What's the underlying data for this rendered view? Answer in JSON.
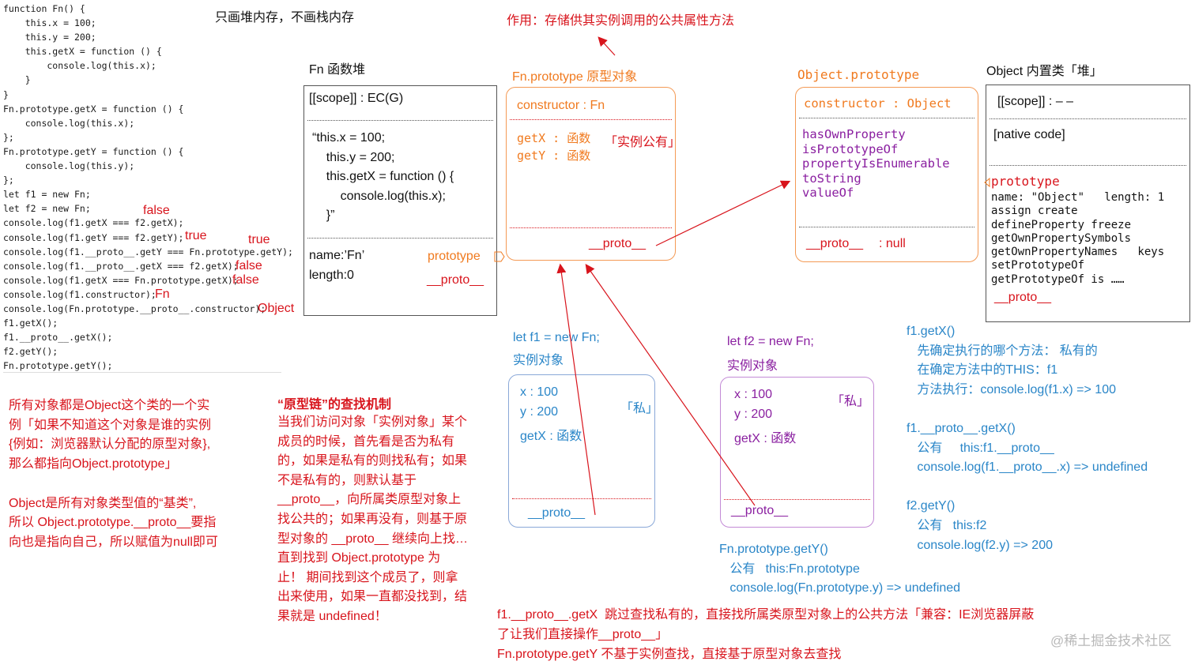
{
  "code_lines": [
    "function Fn() {",
    "    this.x = 100;",
    "    this.y = 200;",
    "    this.getX = function () {",
    "        console.log(this.x);",
    "    }",
    "}",
    "Fn.prototype.getX = function () {",
    "    console.log(this.x);",
    "};",
    "Fn.prototype.getY = function () {",
    "    console.log(this.y);",
    "};",
    "let f1 = new Fn;",
    "let f2 = new Fn;",
    "console.log(f1.getX === f2.getX);",
    "console.log(f1.getY === f2.getY);",
    "console.log(f1.__proto__.getY === Fn.prototype.getY);",
    "console.log(f1.__proto__.getX === f2.getX);",
    "console.log(f1.getX === Fn.prototype.getX);",
    "console.log(f1.constructor);",
    "console.log(Fn.prototype.__proto__.constructor);",
    "f1.getX();",
    "f1.__proto__.getX();",
    "f2.getY();",
    "Fn.prototype.getY();"
  ],
  "annotations": {
    "false1": "false",
    "true1": "true",
    "true2": "true",
    "false2": "false",
    "false3": "false",
    "fn": "Fn",
    "object": "Object"
  },
  "top_note": "只画堆内存，不画栈内存",
  "purpose_note": "作用：存储供其实例调用的公共属性方法",
  "fn_heap": {
    "title": "Fn 函数堆",
    "scope": "[[scope]] : EC(G)",
    "body": [
      "“this.x = 100;",
      "    this.y = 200;",
      "    this.getX = function () {",
      "        console.log(this.x);",
      "    }”"
    ],
    "name": "name:’Fn’",
    "length": "length:0",
    "prototype": "prototype",
    "proto": "__proto__"
  },
  "fn_prototype": {
    "title": "Fn.prototype 原型对象",
    "constructor": "constructor : Fn",
    "getX": "getX : 函数",
    "getY": "getY : 函数",
    "shared": "「实例公有」",
    "proto": "__proto__"
  },
  "object_prototype": {
    "title": "Object.prototype",
    "constructor": "constructor : Object",
    "methods": [
      "hasOwnProperty",
      "isPrototypeOf",
      "propertyIsEnumerable",
      "toString",
      "valueOf"
    ],
    "proto": "__proto__",
    "null_label": ": null"
  },
  "object_heap": {
    "title": "Object 内置类「堆」",
    "scope": "[[scope]] : – –",
    "native": "[native code]",
    "prototype": "prototype",
    "lines": [
      "name: \"Object\"   length: 1",
      "assign create",
      "defineProperty freeze",
      "getOwnPropertySymbols",
      "getOwnPropertyNames   keys",
      "setPrototypeOf",
      "getPrototypeOf is ……"
    ],
    "proto": "__proto__"
  },
  "f1": {
    "title": "let f1 = new Fn;",
    "subtitle": "实例对象",
    "x": "x : 100",
    "y": "y : 200",
    "getX": "getX : 函数",
    "private": "「私」",
    "proto": "__proto__"
  },
  "f2": {
    "title": "let f2 = new Fn;",
    "subtitle": "实例对象",
    "x": "x :  100",
    "y": "y :  200",
    "getX": "getX : 函数",
    "private": "「私」",
    "proto": "__proto__"
  },
  "left_note": [
    "所有对象都是Object这个类的一个实",
    "例「如果不知道这个对象是谁的实例",
    "{例如：浏览器默认分配的原型对象},",
    "那么都指向Object.prototype」",
    "",
    "Object是所有对象类型值的“基类”,",
    "所以 Object.prototype.__proto__要指",
    "向也是指向自己，所以赋值为null即可"
  ],
  "chain_title": "“原型链”的查找机制",
  "chain_body": [
    "当我们访问对象「实例对象」某个",
    "成员的时候，首先看是否为私有",
    "的，如果是私有的则找私有；如果",
    "不是私有的，则默认基于",
    "__proto__，向所属类原型对象上",
    "找公共的；如果再没有，则基于原",
    "型对象的 __proto__ 继续向上找…",
    "直到找到 Object.prototype 为",
    "止！ 期间找到这个成员了，则拿",
    "出来使用，如果一直都没找到，结",
    "果就是 undefined！"
  ],
  "right_notes": [
    "f1.getX()",
    "   先确定执行的哪个方法： 私有的",
    "   在确定方法中的THIS：f1",
    "   方法执行：console.log(f1.x) => 100",
    "",
    "f1.__proto__.getX()",
    "   公有     this:f1.__proto__",
    "   console.log(f1.__proto__.x) => undefined",
    "",
    "f2.getY()",
    "   公有   this:f2",
    "   console.log(f2.y) => 200"
  ],
  "mid_notes": [
    "Fn.prototype.getY()",
    "   公有   this:Fn.prototype",
    "   console.log(Fn.prototype.y) => undefined"
  ],
  "bottom_notes": [
    "f1.__proto__.getX  跳过查找私有的，直接找所属类原型对象上的公共方法「兼容：IE浏览器屏蔽",
    "了让我们直接操作__proto__」",
    "Fn.prototype.getY 不基于实例查找，直接基于原型对象去查找"
  ],
  "watermark": "@稀土掘金技术社区",
  "colors": {
    "red": "#d8141c",
    "orange": "#f07a1f",
    "purple": "#8a1fa0",
    "blue": "#2a86c8",
    "box_border": "#555555",
    "orange_border": "#f49a55"
  }
}
